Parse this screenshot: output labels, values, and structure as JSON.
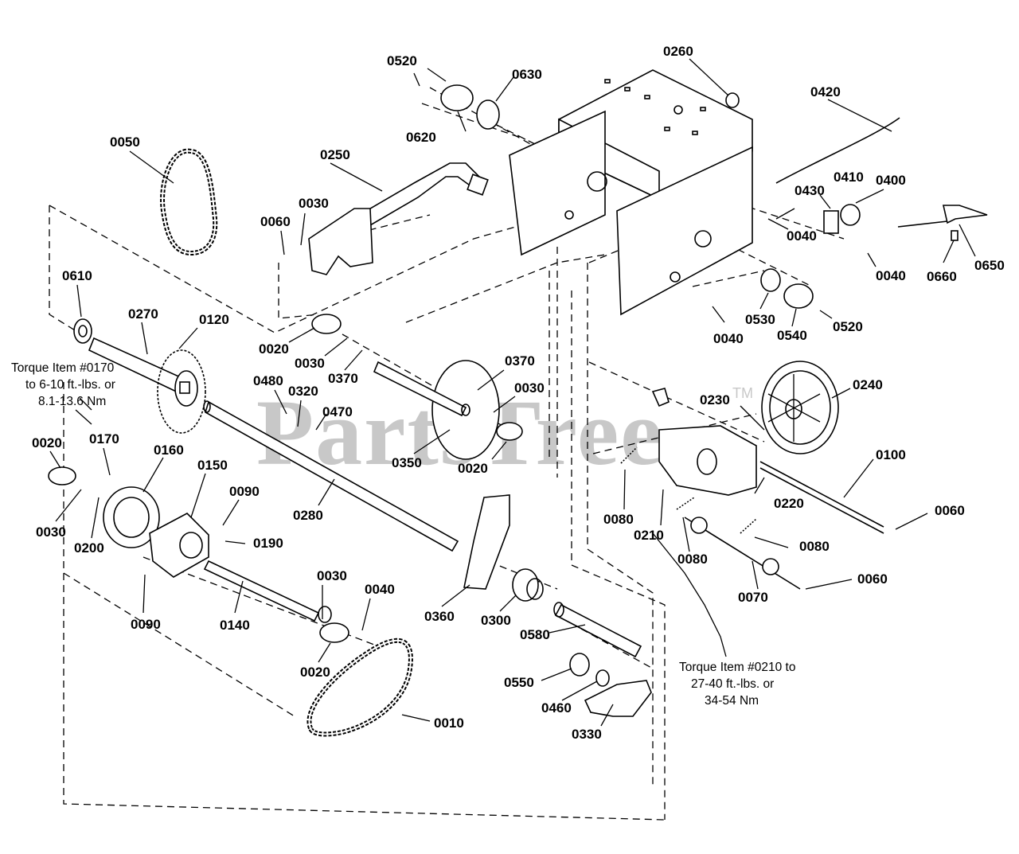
{
  "watermark": {
    "text": "PartsTree",
    "trademark": "TM"
  },
  "parts": [
    {
      "id": "p0010",
      "label": "0010"
    },
    {
      "id": "p0020a",
      "label": "0020"
    },
    {
      "id": "p0020b",
      "label": "0020"
    },
    {
      "id": "p0020c",
      "label": "0020"
    },
    {
      "id": "p0020d",
      "label": "0020"
    },
    {
      "id": "p0030a",
      "label": "0030"
    },
    {
      "id": "p0030b",
      "label": "0030"
    },
    {
      "id": "p0030c",
      "label": "0030"
    },
    {
      "id": "p0030d",
      "label": "0030"
    },
    {
      "id": "p0030e",
      "label": "0030"
    },
    {
      "id": "p0040a",
      "label": "0040"
    },
    {
      "id": "p0040b",
      "label": "0040"
    },
    {
      "id": "p0040c",
      "label": "0040"
    },
    {
      "id": "p0040d",
      "label": "0040"
    },
    {
      "id": "p0050",
      "label": "0050"
    },
    {
      "id": "p0060a",
      "label": "0060"
    },
    {
      "id": "p0060b",
      "label": "0060"
    },
    {
      "id": "p0060c",
      "label": "0060"
    },
    {
      "id": "p0070",
      "label": "0070"
    },
    {
      "id": "p0080a",
      "label": "0080"
    },
    {
      "id": "p0080b",
      "label": "0080"
    },
    {
      "id": "p0080c",
      "label": "0080"
    },
    {
      "id": "p0090a",
      "label": "0090"
    },
    {
      "id": "p0090b",
      "label": "0090"
    },
    {
      "id": "p0100",
      "label": "0100"
    },
    {
      "id": "p0120",
      "label": "0120"
    },
    {
      "id": "p0140",
      "label": "0140"
    },
    {
      "id": "p0150",
      "label": "0150"
    },
    {
      "id": "p0160",
      "label": "0160"
    },
    {
      "id": "p0170",
      "label": "0170"
    },
    {
      "id": "p0190",
      "label": "0190"
    },
    {
      "id": "p0200",
      "label": "0200"
    },
    {
      "id": "p0210",
      "label": "0210"
    },
    {
      "id": "p0220",
      "label": "0220"
    },
    {
      "id": "p0230",
      "label": "0230"
    },
    {
      "id": "p0240",
      "label": "0240"
    },
    {
      "id": "p0250",
      "label": "0250"
    },
    {
      "id": "p0260",
      "label": "0260"
    },
    {
      "id": "p0270",
      "label": "0270"
    },
    {
      "id": "p0280",
      "label": "0280"
    },
    {
      "id": "p0300",
      "label": "0300"
    },
    {
      "id": "p0320",
      "label": "0320"
    },
    {
      "id": "p0330",
      "label": "0330"
    },
    {
      "id": "p0350",
      "label": "0350"
    },
    {
      "id": "p0360",
      "label": "0360"
    },
    {
      "id": "p0370a",
      "label": "0370"
    },
    {
      "id": "p0370b",
      "label": "0370"
    },
    {
      "id": "p0400",
      "label": "0400"
    },
    {
      "id": "p0410",
      "label": "0410"
    },
    {
      "id": "p0420",
      "label": "0420"
    },
    {
      "id": "p0430",
      "label": "0430"
    },
    {
      "id": "p0460",
      "label": "0460"
    },
    {
      "id": "p0470",
      "label": "0470"
    },
    {
      "id": "p0480",
      "label": "0480"
    },
    {
      "id": "p0520a",
      "label": "0520"
    },
    {
      "id": "p0520b",
      "label": "0520"
    },
    {
      "id": "p0530",
      "label": "0530"
    },
    {
      "id": "p0540",
      "label": "0540"
    },
    {
      "id": "p0550",
      "label": "0550"
    },
    {
      "id": "p0580",
      "label": "0580"
    },
    {
      "id": "p0610",
      "label": "0610"
    },
    {
      "id": "p0620",
      "label": "0620"
    },
    {
      "id": "p0630",
      "label": "0630"
    },
    {
      "id": "p0650",
      "label": "0650"
    },
    {
      "id": "p0660",
      "label": "0660"
    }
  ],
  "notes": {
    "torque0170": [
      "Torque Item #0170",
      "to 6-10 ft.-lbs. or",
      "8.1-13.6 Nm"
    ],
    "torque0210": [
      "Torque Item #0210 to",
      "27-40 ft.-lbs. or",
      "34-54 Nm"
    ]
  }
}
